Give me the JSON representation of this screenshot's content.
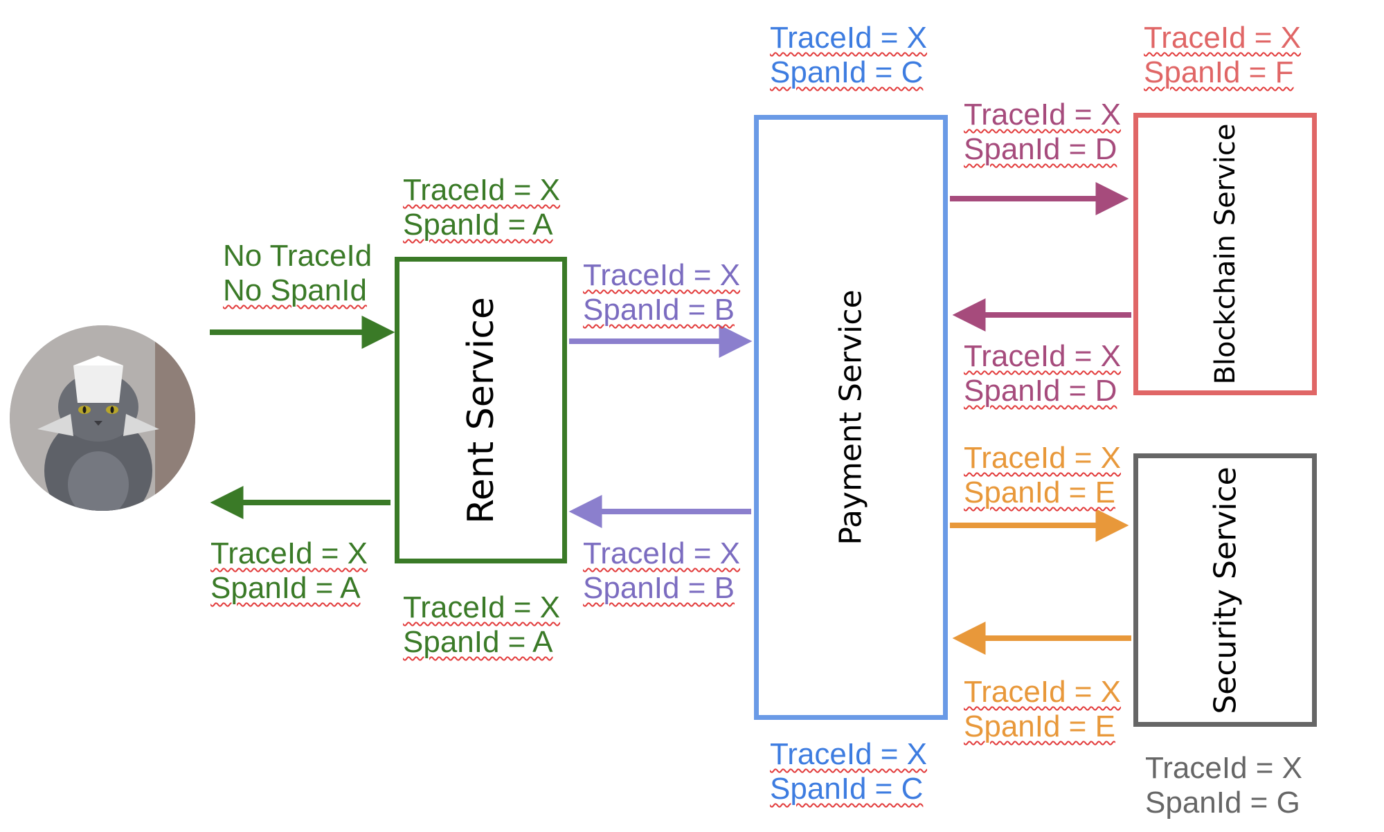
{
  "colors": {
    "green": "#3a7a27",
    "purple": "#8b7fcd",
    "blue": "#6a9ae6",
    "magenta": "#a64b7c",
    "red": "#e06666",
    "orange": "#e8983a",
    "gray": "#666666"
  },
  "actor": {
    "icon": "cat-avatar"
  },
  "boxes": {
    "rent": {
      "title": "Rent Service"
    },
    "payment": {
      "title": "Payment Service"
    },
    "blockchain": {
      "title": "Blockchain Service"
    },
    "security": {
      "title": "Security Service"
    }
  },
  "labels": {
    "incoming": {
      "line1": "No TraceId",
      "line2": "No SpanId"
    },
    "rent_top": {
      "line1": "TraceId = X",
      "line2": "SpanId =  A"
    },
    "rent_bottom": {
      "line1": "TraceId = X",
      "line2": "SpanId =  A"
    },
    "return_user": {
      "line1": "TraceId = X",
      "line2": "SpanId =  A"
    },
    "req_payment": {
      "line1": "TraceId = X",
      "line2": "SpanId =  B"
    },
    "resp_payment": {
      "line1": "TraceId = X",
      "line2": "SpanId =  B"
    },
    "payment_top": {
      "line1": "TraceId = X",
      "line2": "SpanId =  C"
    },
    "payment_bottom": {
      "line1": "TraceId = X",
      "line2": "SpanId =  C"
    },
    "req_blockchain": {
      "line1": "TraceId = X",
      "line2": "SpanId =  D"
    },
    "resp_blockchain": {
      "line1": "TraceId = X",
      "line2": "SpanId =  D"
    },
    "blockchain_top": {
      "line1": "TraceId = X",
      "line2": "SpanId =  F"
    },
    "req_security": {
      "line1": "TraceId = X",
      "line2": "SpanId =  E"
    },
    "resp_security": {
      "line1": "TraceId = X",
      "line2": "SpanId =  E"
    },
    "security_bottom": {
      "line1": "TraceId = X",
      "line2": "SpanId =  G"
    }
  }
}
